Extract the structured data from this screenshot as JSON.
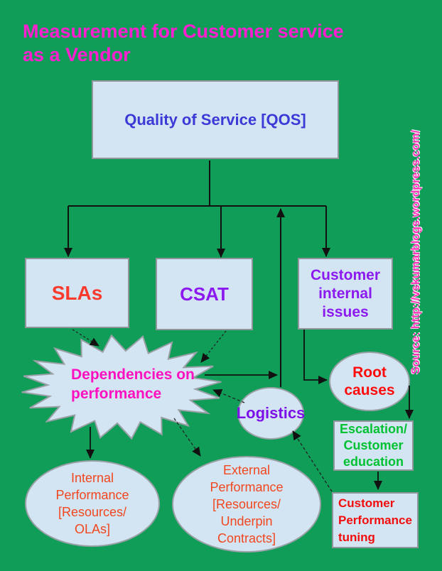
{
  "title": {
    "line1": "Measurement for Customer service",
    "line2": "as a Vendor"
  },
  "source_credit": "Source: http://vskumarblogs.wordpress.com/",
  "palette": {
    "background_green": "#0F9D58",
    "node_fill": "#d3e5f3",
    "node_border": "#8f959b",
    "connector_black": "#111111",
    "title_magenta": "#ff1fd0",
    "source_magenta": "#ff2fb8"
  },
  "nodes": {
    "qos": {
      "label": "Quality of Service [QOS]",
      "text_color": "#3b3ad6"
    },
    "slas": {
      "label": "SLAs",
      "text_color": "#fb3a2e"
    },
    "csat": {
      "label": "CSAT",
      "text_color": "#8c1af0"
    },
    "customer_internal_issues": {
      "lines": [
        "Customer",
        "internal",
        "issues"
      ],
      "text_color": "#8c1af0"
    },
    "dependencies": {
      "lines": [
        "Dependencies on",
        "performance"
      ],
      "text_color": "#ff10c0"
    },
    "root_causes": {
      "lines": [
        "Root",
        "causes"
      ],
      "text_color": "#ff0b0b"
    },
    "logistics": {
      "label": "Logistics",
      "text_color": "#7c10e8"
    },
    "escalation": {
      "lines": [
        "Escalation/",
        "Customer",
        "education"
      ],
      "text_color": "#00c232"
    },
    "customer_performance_tuning": {
      "lines": [
        "Customer",
        "Performance",
        "tuning"
      ],
      "text_color": "#f20d0d"
    },
    "internal_performance": {
      "lines": [
        "Internal",
        "Performance",
        "[Resources/",
        "OLAs]"
      ],
      "text_color": "#f2461f"
    },
    "external_performance": {
      "lines": [
        "External",
        "Performance",
        "[Resources/",
        "Underpin",
        "Contracts]"
      ],
      "text_color": "#f2461f"
    }
  }
}
